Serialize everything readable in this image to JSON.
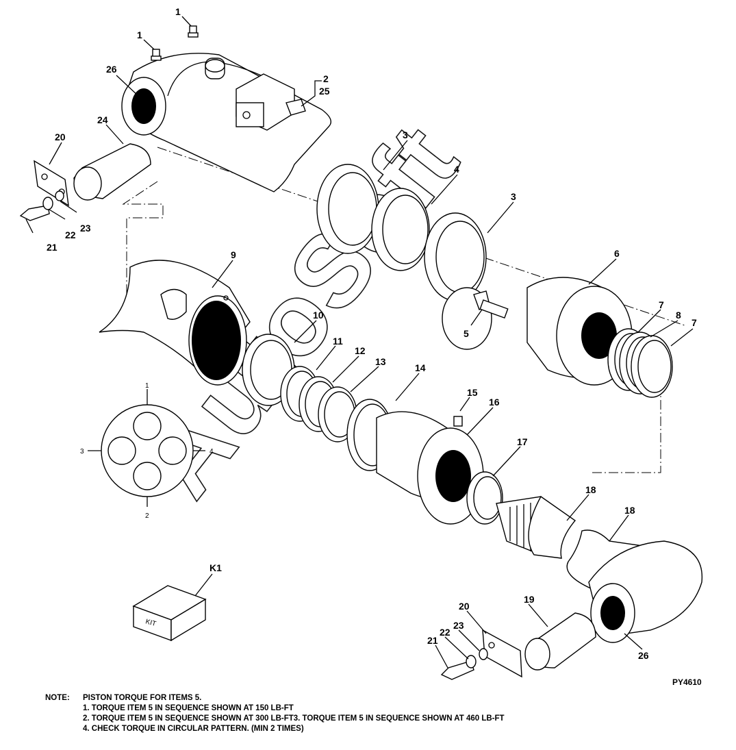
{
  "callouts": {
    "c1a": "1",
    "c1b": "1",
    "c2": "2",
    "c25": "25",
    "c26a": "26",
    "c26b": "26",
    "c24": "24",
    "c20a": "20",
    "c20b": "20",
    "c21a": "21",
    "c21b": "21",
    "c22a": "22",
    "c22b": "22",
    "c23a": "23",
    "c23b": "23",
    "c3a": "3",
    "c3b": "3",
    "c4": "4",
    "c5": "5",
    "c6": "6",
    "c7a": "7",
    "c7b": "7",
    "c8": "8",
    "c9": "9",
    "c10": "10",
    "c11": "11",
    "c12": "12",
    "c13": "13",
    "c14": "14",
    "c15": "15",
    "c16": "16",
    "c17": "17",
    "c18a": "18",
    "c18b": "18",
    "c19": "19",
    "k1": "K1",
    "kit": "KIT",
    "figure_id": "PY4610"
  },
  "torque_pattern": {
    "n1": "1",
    "n2": "2",
    "n3": "3",
    "n4": "4"
  },
  "watermark": "AutoSoft",
  "notes": {
    "label": "NOTE:",
    "line0": "PISTON TORQUE FOR ITEMS 5.",
    "line1": "1. TORQUE ITEM 5 IN SEQUENCE SHOWN AT 150 LB-FT",
    "line2": "2. TORQUE ITEM 5 IN SEQUENCE SHOWN AT 300 LB-FT3. TORQUE ITEM 5 IN SEQUENCE SHOWN AT 460 LB-FT",
    "line3": "4. CHECK TORQUE IN CIRCULAR PATTERN. (MIN 2 TIMES)"
  }
}
